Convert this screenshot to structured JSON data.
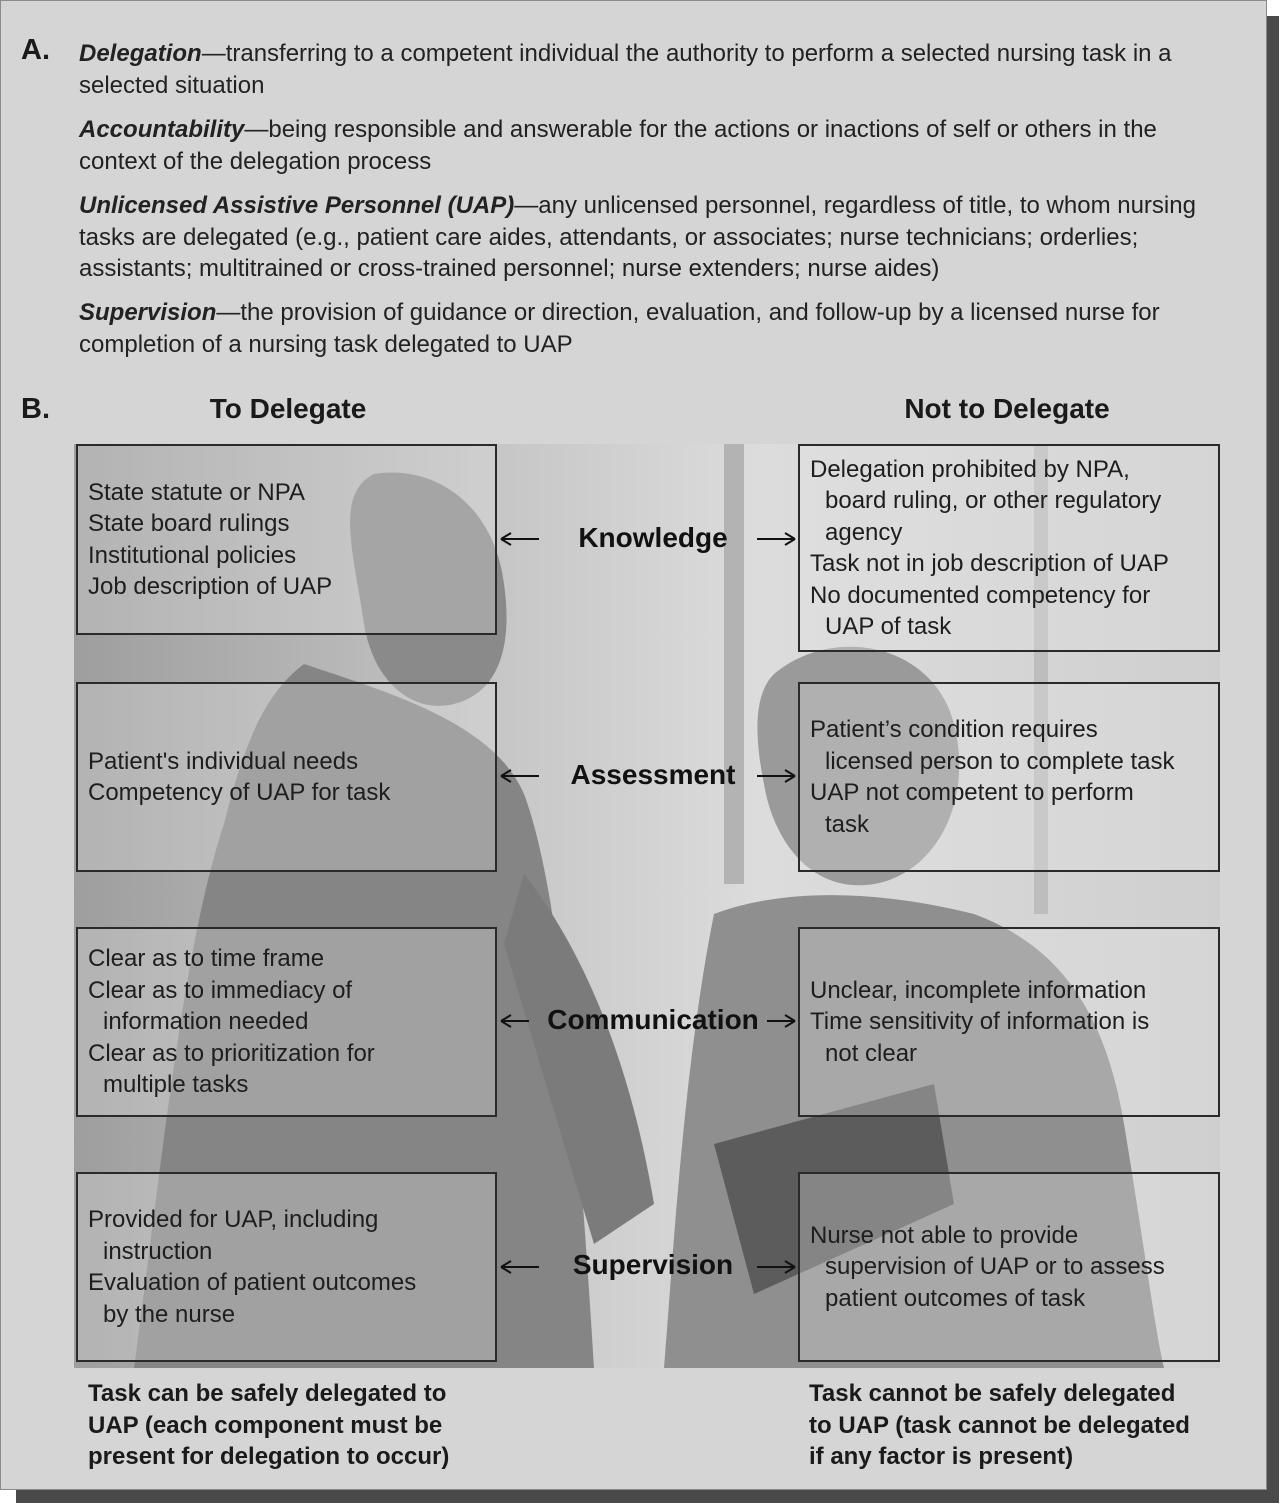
{
  "section_a": {
    "letter": "A.",
    "definitions": [
      {
        "term": "Delegation",
        "text": "—transferring to a competent individual the authority to perform a selected nursing task in a selected situation"
      },
      {
        "term": "Accountability",
        "text": "—being responsible and answerable for the actions or inactions of self or others in the context of the delegation process"
      },
      {
        "term": "Unlicensed Assistive Personnel (UAP)",
        "text": "—any unlicensed personnel, regardless of title, to whom nursing tasks are delegated (e.g., patient care aides, attendants, or associates; nurse technicians; orderlies; assistants; multitrained or cross-trained personnel; nurse extenders; nurse aides)"
      },
      {
        "term": "Supervision",
        "text": "—the provision of guidance or direction, evaluation, and follow-up by a licensed nurse for completion of a nursing task delegated to UAP"
      }
    ]
  },
  "section_b": {
    "letter": "B.",
    "left_header": "To Delegate",
    "right_header": "Not to Delegate",
    "rows": [
      {
        "label": "Knowledge",
        "left": [
          "State statute or NPA",
          "State board rulings",
          "Institutional policies",
          "Job description of UAP"
        ],
        "right": [
          "Delegation prohibited by NPA,",
          "board ruling, or other regulatory",
          "agency",
          "Task not in job description of UAP",
          "No documented competency for",
          "UAP of task"
        ]
      },
      {
        "label": "Assessment",
        "left": [
          "Patient's individual needs",
          "Competency of UAP for task"
        ],
        "right": [
          "Patient’s condition requires",
          "licensed person to complete task",
          "UAP not competent to perform",
          "task"
        ]
      },
      {
        "label": "Communication",
        "left": [
          "Clear as to time frame",
          "Clear as to immediacy of",
          "information needed",
          "Clear as to prioritization for",
          "multiple tasks"
        ],
        "right": [
          "Unclear, incomplete information",
          "Time sensitivity of information is",
          "not clear"
        ]
      },
      {
        "label": "Supervision",
        "left": [
          "Provided for UAP, including",
          "instruction",
          "Evaluation of patient outcomes",
          "by the nurse"
        ],
        "right": [
          "Nurse not able to provide",
          "supervision of UAP or to assess",
          "patient outcomes of task"
        ]
      }
    ],
    "left_footer": [
      "Task can be safely delegated to",
      "UAP (each component must be",
      "present for delegation to occur)"
    ],
    "right_footer": [
      "Task cannot be safely delegated",
      "to UAP (task cannot be delegated",
      "if any factor is present)"
    ]
  }
}
